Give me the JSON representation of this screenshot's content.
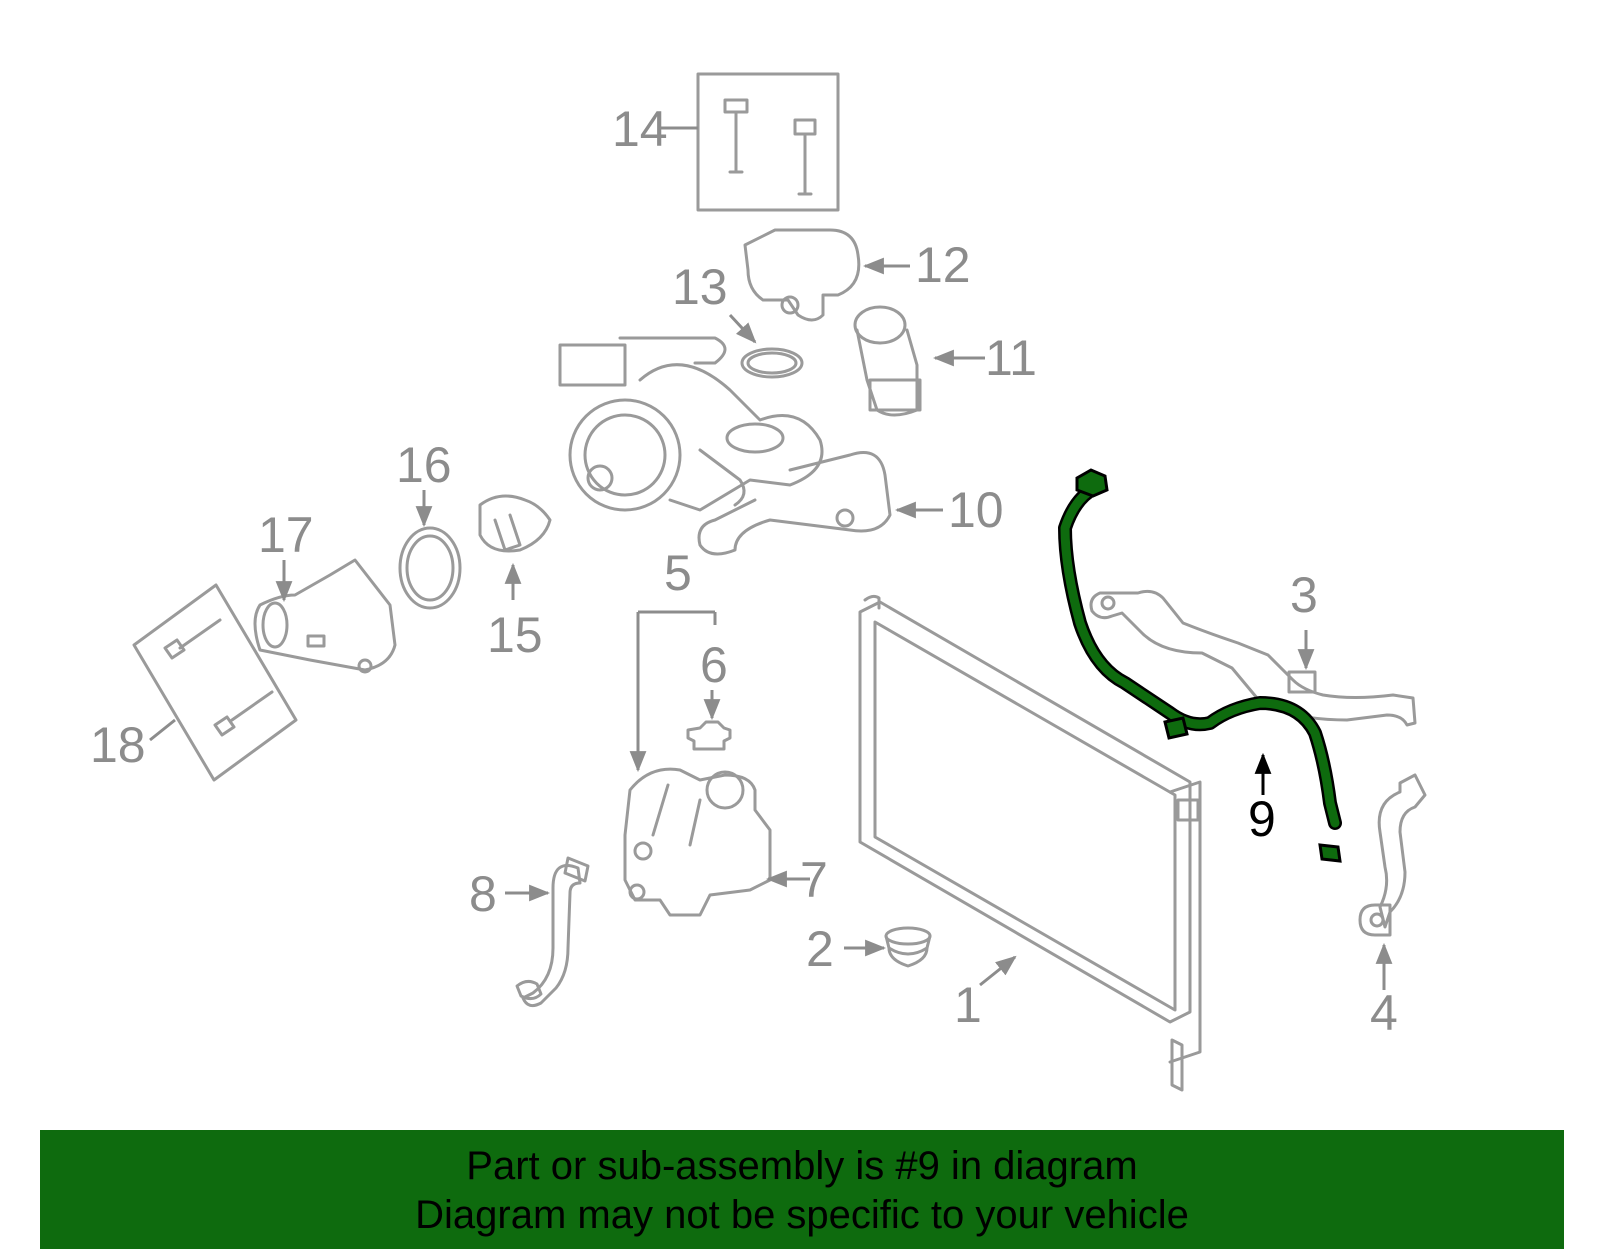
{
  "diagram": {
    "highlight_color": "#0e6b0e",
    "highlighted_part": "9",
    "labels": {
      "p1": "1",
      "p2": "2",
      "p3": "3",
      "p4": "4",
      "p5": "5",
      "p6": "6",
      "p7": "7",
      "p8": "8",
      "p9": "9",
      "p10": "10",
      "p11": "11",
      "p12": "12",
      "p13": "13",
      "p14": "14",
      "p15": "15",
      "p16": "16",
      "p17": "17",
      "p18": "18"
    }
  },
  "footer": {
    "line1": "Part or sub-assembly is #9 in diagram",
    "line2": "Diagram may not be specific to your vehicle"
  }
}
